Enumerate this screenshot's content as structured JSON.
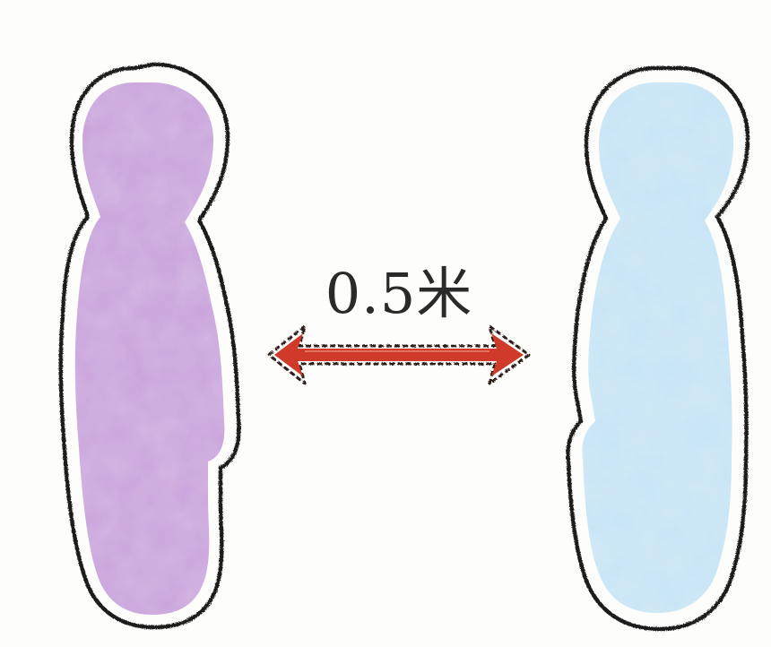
{
  "diagram": {
    "distance_label": "0.5米",
    "figures": [
      {
        "name": "left-person",
        "fill": "#c9a2dc",
        "outline": "#1c1c1c"
      },
      {
        "name": "right-person",
        "fill": "#c6e4f5",
        "outline": "#1c1c1c"
      }
    ],
    "arrow": {
      "color": "#cf3a2a",
      "direction": "bidirectional"
    }
  }
}
